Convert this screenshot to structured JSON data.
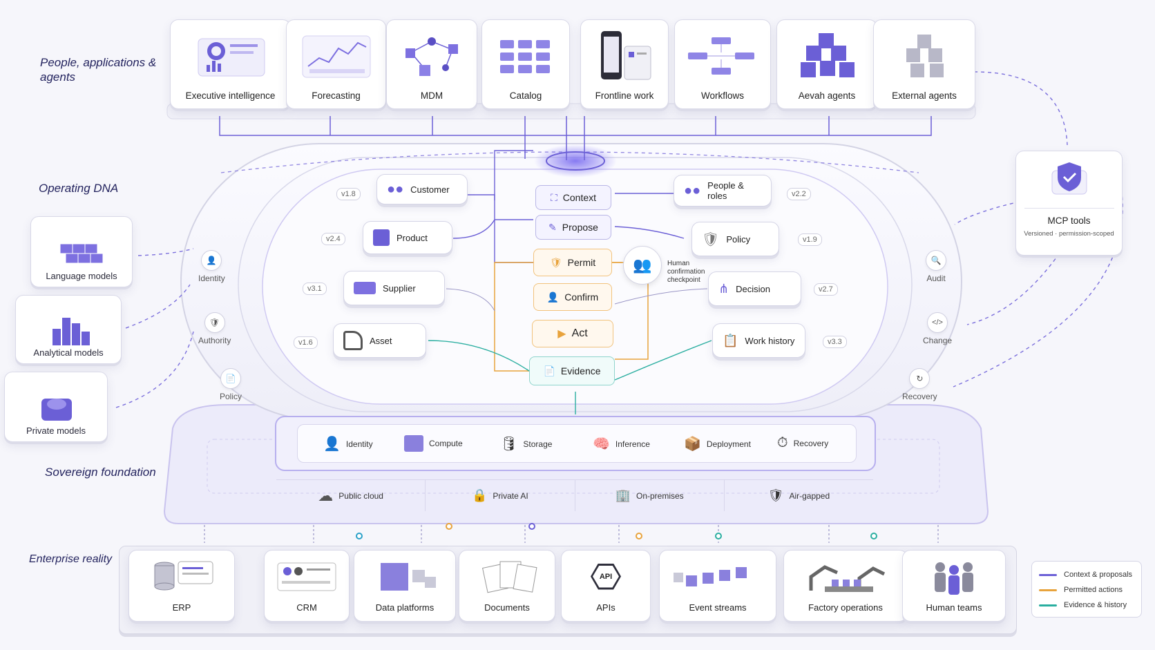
{
  "layers": {
    "people": "People, applications & agents",
    "dna": "Operating DNA",
    "foundation": "Sovereign foundation",
    "enterprise": "Enterprise reality"
  },
  "apps": [
    {
      "label": "Executive intelligence"
    },
    {
      "label": "Forecasting"
    },
    {
      "label": "MDM"
    },
    {
      "label": "Catalog"
    },
    {
      "label": "Frontline work"
    },
    {
      "label": "Workflows"
    },
    {
      "label": "Aevah agents"
    },
    {
      "label": "External agents"
    }
  ],
  "mcp": {
    "title": "MCP tools",
    "subtitle": "Versioned · permission-scoped"
  },
  "models": [
    {
      "label": "Language models"
    },
    {
      "label": "Analytical models"
    },
    {
      "label": "Private models"
    }
  ],
  "ring_left": [
    {
      "label": "Identity"
    },
    {
      "label": "Authority"
    },
    {
      "label": "Policy"
    }
  ],
  "ring_right": [
    {
      "label": "Audit"
    },
    {
      "label": "Change"
    },
    {
      "label": "Recovery"
    }
  ],
  "entities_left": [
    {
      "label": "Customer",
      "version": "v1.8"
    },
    {
      "label": "Product",
      "version": "v2.4"
    },
    {
      "label": "Supplier",
      "version": "v3.1"
    },
    {
      "label": "Asset",
      "version": "v1.6"
    }
  ],
  "entities_right": [
    {
      "label": "People & roles",
      "version": "v2.2"
    },
    {
      "label": "Policy",
      "version": "v1.9"
    },
    {
      "label": "Decision",
      "version": "v2.7"
    },
    {
      "label": "Work history",
      "version": "v3.3"
    }
  ],
  "core": {
    "context": "Context",
    "propose": "Propose",
    "permit": "Permit",
    "confirm": "Confirm",
    "act": "Act",
    "evidence": "Evidence",
    "human": "Human confirmation checkpoint"
  },
  "foundation_services": [
    {
      "label": "Identity"
    },
    {
      "label": "Compute"
    },
    {
      "label": "Storage"
    },
    {
      "label": "Inference"
    },
    {
      "label": "Deployment"
    },
    {
      "label": "Recovery"
    }
  ],
  "deployments": [
    {
      "label": "Public cloud"
    },
    {
      "label": "Private AI"
    },
    {
      "label": "On-premises"
    },
    {
      "label": "Air-gapped"
    }
  ],
  "systems": [
    {
      "label": "ERP"
    },
    {
      "label": "CRM"
    },
    {
      "label": "Data platforms"
    },
    {
      "label": "Documents"
    },
    {
      "label": "APIs",
      "badge": "API"
    },
    {
      "label": "Event streams"
    },
    {
      "label": "Factory operations"
    },
    {
      "label": "Human teams"
    }
  ],
  "legend": [
    {
      "label": "Context & proposals",
      "color": "#6b5fd6"
    },
    {
      "label": "Permitted actions",
      "color": "#e8a33c"
    },
    {
      "label": "Evidence & history",
      "color": "#2aaea0"
    }
  ],
  "colors": {
    "purple": "#6b5fd6",
    "orange": "#e8a33c",
    "teal": "#2aaea0"
  }
}
